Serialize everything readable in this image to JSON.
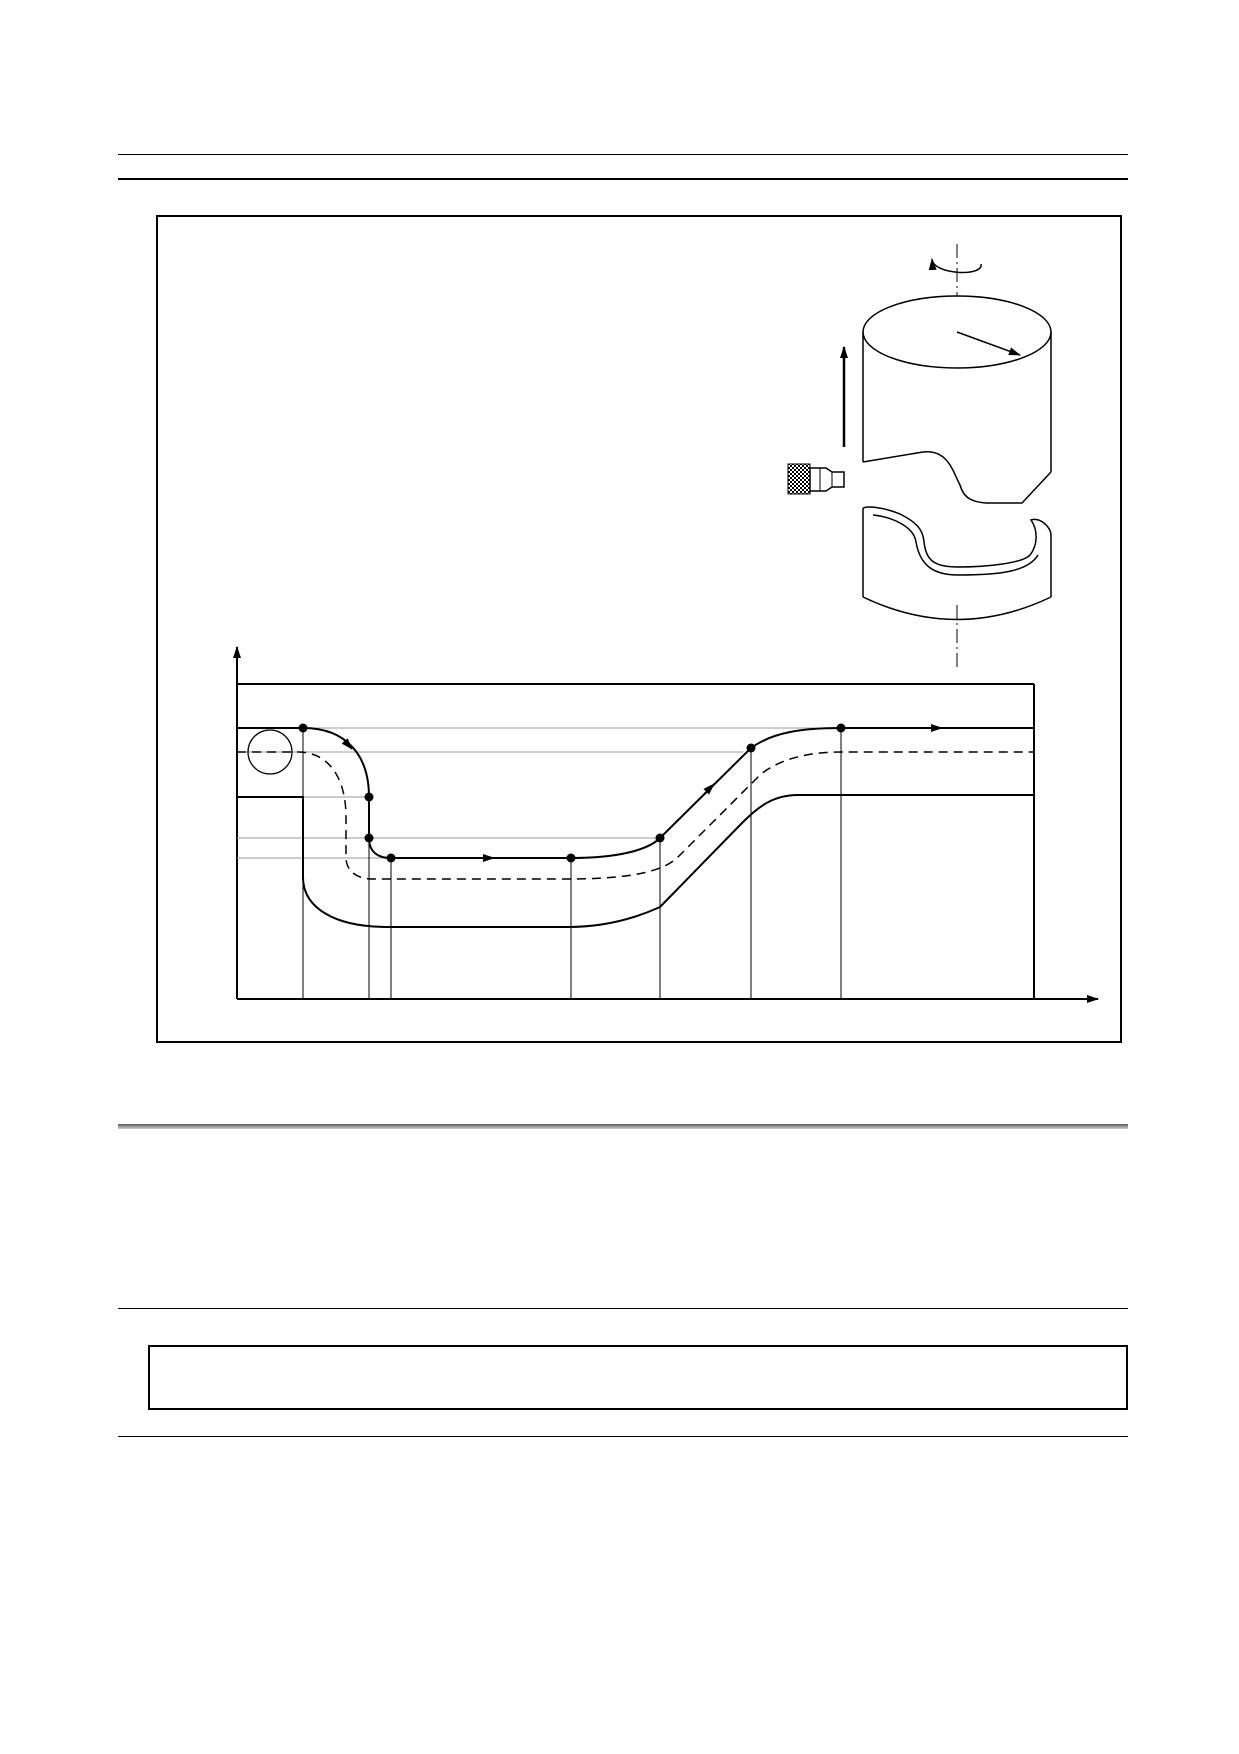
{
  "figure": {
    "path_points": [
      {
        "id": "P1",
        "label": ""
      },
      {
        "id": "P2",
        "label": ""
      },
      {
        "id": "P3",
        "label": ""
      },
      {
        "id": "P4",
        "label": ""
      },
      {
        "id": "P5",
        "label": ""
      },
      {
        "id": "P6",
        "label": ""
      },
      {
        "id": "P7",
        "label": ""
      },
      {
        "id": "P8",
        "label": ""
      }
    ],
    "line_color": "#000000",
    "guide_color": "#999999"
  },
  "note": {
    "text": ""
  }
}
